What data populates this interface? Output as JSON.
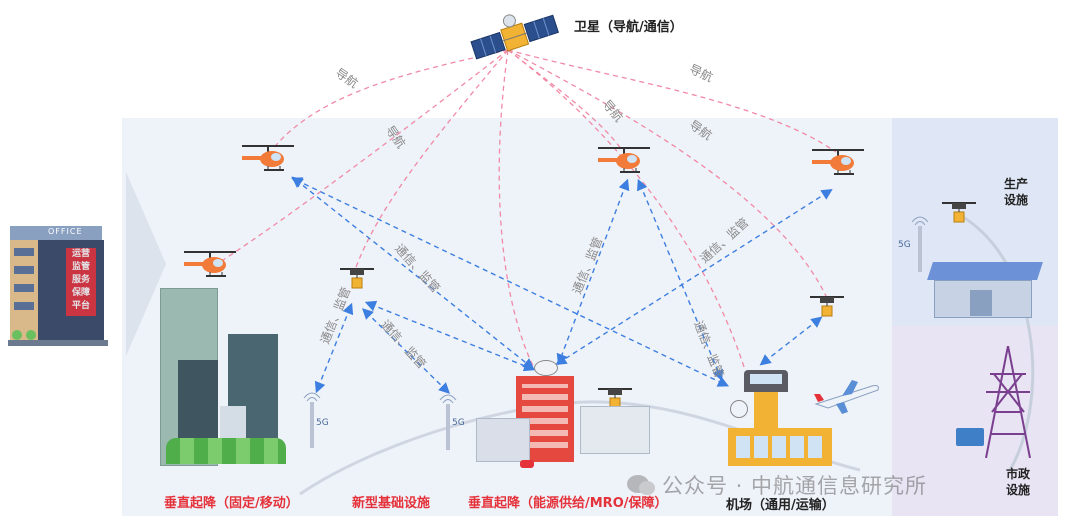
{
  "satellite": {
    "label": "卫星（导航/通信）"
  },
  "link_labels": {
    "nav": "导航",
    "comm": "通信、监管"
  },
  "office": {
    "sign": "OFFICE",
    "platform_lines": [
      "运营",
      "监管",
      "服务",
      "保障",
      "平台"
    ]
  },
  "tower_tag": "5G",
  "right_panel": {
    "production": "生产\n设施",
    "municipal": "市政\n设施"
  },
  "bottom_titles": {
    "vtol_fixed": "垂直起降（固定/移动）",
    "infrastructure": "新型基础设施",
    "vtol_energy": "垂直起降（能源供给/MRO/保障）",
    "airport": "机场（通用/运输）"
  },
  "watermark": "公众号 · 中航通信息研究所",
  "colors": {
    "nav_line": "#f08aa6",
    "comm_line": "#3d7fe0",
    "brand_red": "#e5323a",
    "panel_blue": "#e8eef8"
  }
}
